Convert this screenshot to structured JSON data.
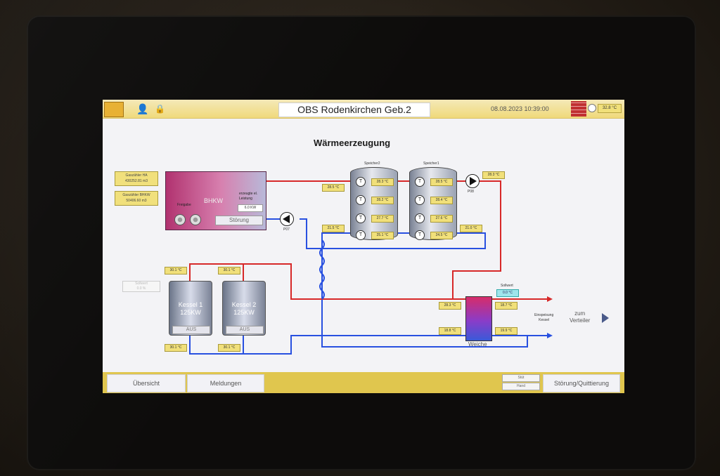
{
  "header": {
    "title": "OBS Rodenkirchen Geb.2",
    "datetime": "08.08.2023 10:39:00",
    "outdoor_temp": "32.8 °C",
    "icons": [
      "logo",
      "user-icon",
      "lock-icon",
      "brick-icon",
      "clock-icon"
    ]
  },
  "main": {
    "heading": "Wärmeerzeugung",
    "counters": [
      {
        "label": "Gaszähler HA",
        "value": "430252.81 m3"
      },
      {
        "label": "Gaszähler BHKW",
        "value": "50406.60 m3"
      }
    ],
    "bhkw": {
      "name": "BHKW",
      "freigabe": "Freigabe",
      "leistung_label": "erzeugte el. Leistung",
      "leistung_value": "6.0 KW",
      "stoerung": "Störung"
    },
    "pumps": {
      "p07": "P07",
      "p08": "P08"
    },
    "speicher2": {
      "name": "Speicher2",
      "sensor_glyph": "T",
      "temps": [
        "28.3 °C",
        "28.2 °C",
        "27.7 °C",
        "25.1 °C"
      ]
    },
    "speicher1": {
      "name": "Speicher1",
      "sensor_glyph": "T",
      "temps": [
        "28.5 °C",
        "28.4 °C",
        "27.6 °C",
        "24.5 °C"
      ]
    },
    "pipe_temps": {
      "bhkw_flow": "28.5 °C",
      "bhkw_return": "21.5 °C",
      "speicher_out": "28.3 °C",
      "speicher_return": "21.0 °C",
      "kessel1_flow": "30.1 °C",
      "kessel2_flow": "30.1 °C",
      "kessel1_return": "30.1 °C",
      "kessel2_return": "30.1 °C",
      "weiche_flow_in": "28.3 °C",
      "weiche_return_in": "18.8 °C",
      "weiche_flow_out": "18.7 °C",
      "weiche_return_out": "19.9 °C"
    },
    "sollwert": {
      "label": "Sollwert",
      "value": "0.0 °C"
    },
    "kessel1": {
      "line1": "Kessel 1",
      "line2": "125KW",
      "status": "AUS"
    },
    "kessel2": {
      "line1": "Kessel 2",
      "line2": "125KW",
      "status": "AUS"
    },
    "faded_box": {
      "line1": "Sollwert",
      "line2": "0.0 %"
    },
    "weiche": {
      "label": "Weiche"
    },
    "einspeisung": {
      "line1": "Einspeisung",
      "line2": "Kessel"
    },
    "verteiler": {
      "line1": "zum",
      "line2": "Verteiler"
    }
  },
  "footer": {
    "uebersicht": "Übersicht",
    "meldungen": "Meldungen",
    "mode_top": "Stüt",
    "mode_bottom": "Hand",
    "stoerung_quittierung": "Störung/Quittierung"
  },
  "colors": {
    "flow": "#d72828",
    "return": "#2850e0",
    "topbar": "#f0d97a",
    "bottombar": "#e0c64e",
    "label_yellow": "#f1e07a"
  }
}
